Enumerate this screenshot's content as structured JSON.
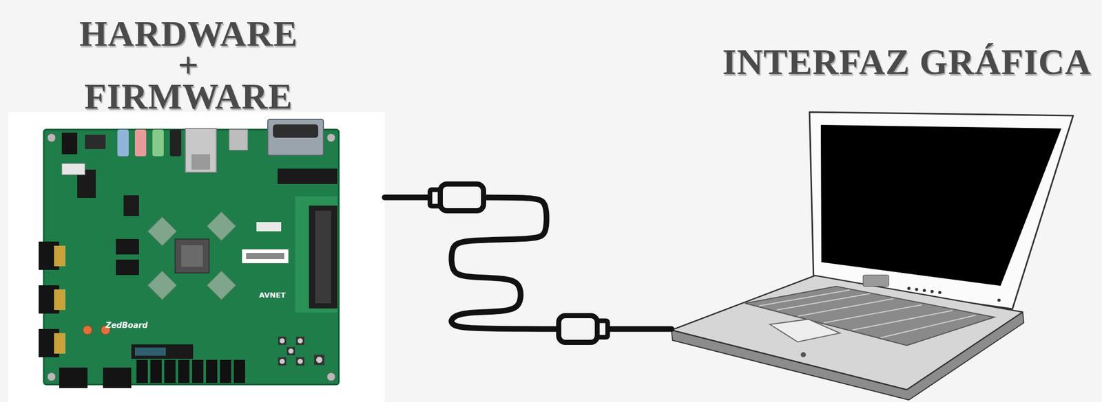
{
  "diagram": {
    "nodes": [
      {
        "text": [
          "HARDWARE + FIRMWARE"
        ]
      },
      {
        "text": [
          "INTERFAZ GRÁFICA"
        ]
      }
    ],
    "edges": [
      {
        "from": 0,
        "to": 1,
        "arrow": "none"
      }
    ],
    "labels": [
      "ZedBoard",
      "AVNET"
    ]
  }
}
